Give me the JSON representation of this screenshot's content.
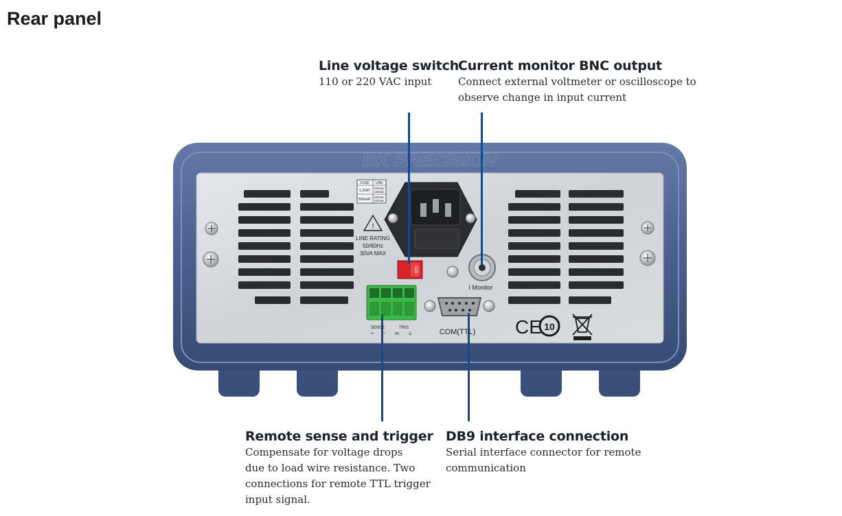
{
  "page": {
    "title": "Rear panel"
  },
  "callouts": {
    "line_voltage": {
      "heading": "Line voltage switch",
      "lines": [
        "110 or 220 VAC input"
      ]
    },
    "current_monitor": {
      "heading": "Current monitor BNC output",
      "lines": [
        "Connect external voltmeter or oscilloscope to",
        "observe change in input current"
      ]
    },
    "remote_sense": {
      "heading": "Remote sense and trigger",
      "lines": [
        "Compensate for voltage drops",
        "due to load wire resistance. Two",
        "connections for remote TTL trigger",
        "input signal."
      ]
    },
    "db9": {
      "heading": "DB9 interface connection",
      "lines": [
        "Serial interface connector for remote",
        "communication"
      ]
    }
  },
  "device": {
    "brand": "BK PRECISION",
    "fuse_table": {
      "headers": [
        "FUSE",
        "LINE"
      ],
      "rows": [
        [
          "1.25AT",
          "100Vac",
          "110Vac"
        ],
        [
          "500mAT",
          "220Vac",
          "240Vac"
        ]
      ]
    },
    "warning": {
      "lines": [
        "LINE RATING",
        "50/60Hz",
        "30VA MAX"
      ]
    },
    "switch_value": "110",
    "bnc_label": "I Monitor",
    "com_label": "COM(TTL)",
    "terminal_labels": {
      "sense": "SENSE",
      "trig": "TRIG",
      "plus": "+",
      "minus": "−",
      "in": "IN",
      "gnd": "⏚"
    },
    "cert_marks": {
      "ce": "CE",
      "eco": "10"
    }
  },
  "colors": {
    "leader": "#15498e",
    "chassis": "#4a5f8c",
    "panel": "#d4d8dc",
    "terminal": "#3cb84a",
    "switch": "#d9232b"
  }
}
